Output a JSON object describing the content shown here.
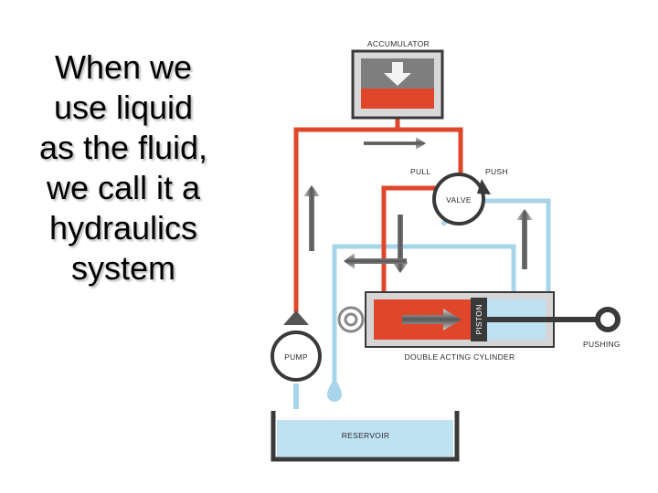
{
  "slide": {
    "text_lines": [
      "When we",
      "use liquid",
      "as the fluid,",
      "we call it a",
      "hydraulics",
      "system"
    ]
  },
  "diagram": {
    "labels": {
      "accumulator": "ACCUMULATOR",
      "pull": "PULL",
      "push": "PUSH",
      "valve": "VALVE",
      "piston": "PISTON",
      "pushing": "PUSHING",
      "pump": "PUMP",
      "cylinder": "DOUBLE ACTING CYLINDER",
      "reservoir": "RESERVOIR"
    },
    "colors": {
      "pressure_line": "#e0462a",
      "return_line": "#a8d4ec",
      "fluid_light": "#bfe2f3",
      "frame": "#3a3a3a",
      "chamber_gray": "#8a8a8a"
    }
  }
}
